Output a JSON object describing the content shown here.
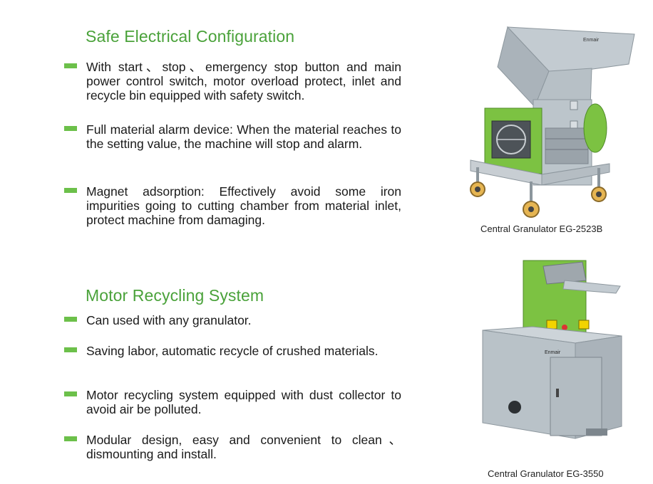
{
  "sections": [
    {
      "title": "Safe Electrical Configuration",
      "items": [
        "With start、stop、emergency stop button and main power control switch, motor overload protect, inlet and recycle bin equipped with safety switch.",
        "Full material alarm device: When the material reaches to the setting value, the machine will stop and alarm.",
        "Magnet adsorption: Effectively avoid some iron impurities going to cutting chamber from material inlet, protect machine from damaging."
      ]
    },
    {
      "title": "Motor Recycling System",
      "items": [
        "Can used with any granulator.",
        "Saving labor, automatic recycle of crushed materials.",
        "Motor recycling system equipped with dust collector to avoid air be polluted.",
        "Modular design, easy and convenient to clean、dismounting and install."
      ]
    }
  ],
  "products": [
    {
      "caption": "Central Granulator EG-2523B",
      "brand": "Enmair"
    },
    {
      "caption": "Central Granulator EG-3550",
      "brand": "Enmair"
    }
  ],
  "colors": {
    "accent_green": "#6cc04a",
    "title_green": "#4aa23a",
    "machine_grey": "#b9c2c8"
  }
}
